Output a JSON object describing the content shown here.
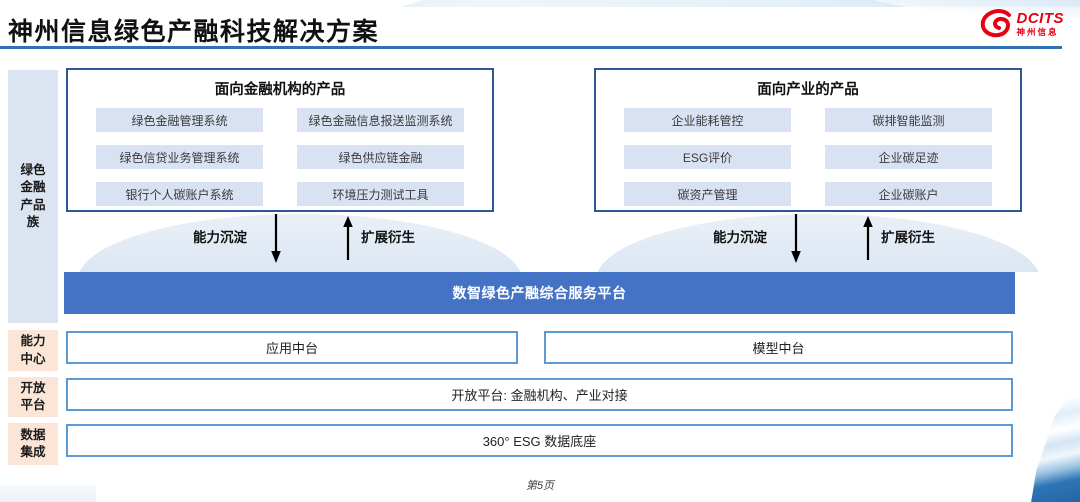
{
  "slide": {
    "title": "神州信息绿色产融科技解决方案",
    "footer_page": "第5页"
  },
  "logo": {
    "brand": "DCITS",
    "brand_cn": "神州信息",
    "color": "#e60012"
  },
  "sidebar": {
    "items": [
      {
        "label": "绿色金融产品族"
      },
      {
        "label": "能力中心"
      },
      {
        "label": "开放平台"
      },
      {
        "label": "数据集成"
      }
    ]
  },
  "product_groups": [
    {
      "title": "面向金融机构的产品",
      "items": [
        "绿色金融管理系统",
        "绿色金融信息报送监测系统",
        "绿色信贷业务管理系统",
        "绿色供应链金融",
        "银行个人碳账户系统",
        "环境压力测试工具"
      ]
    },
    {
      "title": "面向产业的产品",
      "items": [
        "企业能耗管控",
        "碳排智能监测",
        "ESG评价",
        "企业碳足迹",
        "碳资产管理",
        "企业碳账户"
      ]
    }
  ],
  "flow": {
    "settle": "能力沉淀",
    "extend": "扩展衍生"
  },
  "platform": {
    "bar": "数智绿色产融综合服务平台",
    "middle": [
      "应用中台",
      "模型中台"
    ],
    "open": "开放平台: 金融机构、产业对接",
    "data_base": "360° ESG 数据底座"
  },
  "colors": {
    "bar_blue": "#4472c4",
    "box_border_blue": "#2f5597",
    "inner_border_blue": "#5b9bd5",
    "pill_fill": "#d9e2f3",
    "sidebar_fill_blue": "#dbe5f1",
    "sidebar_fill_peach": "#fbe5d6",
    "underline_blue": "#2e74b5",
    "logo_red": "#e60012"
  }
}
